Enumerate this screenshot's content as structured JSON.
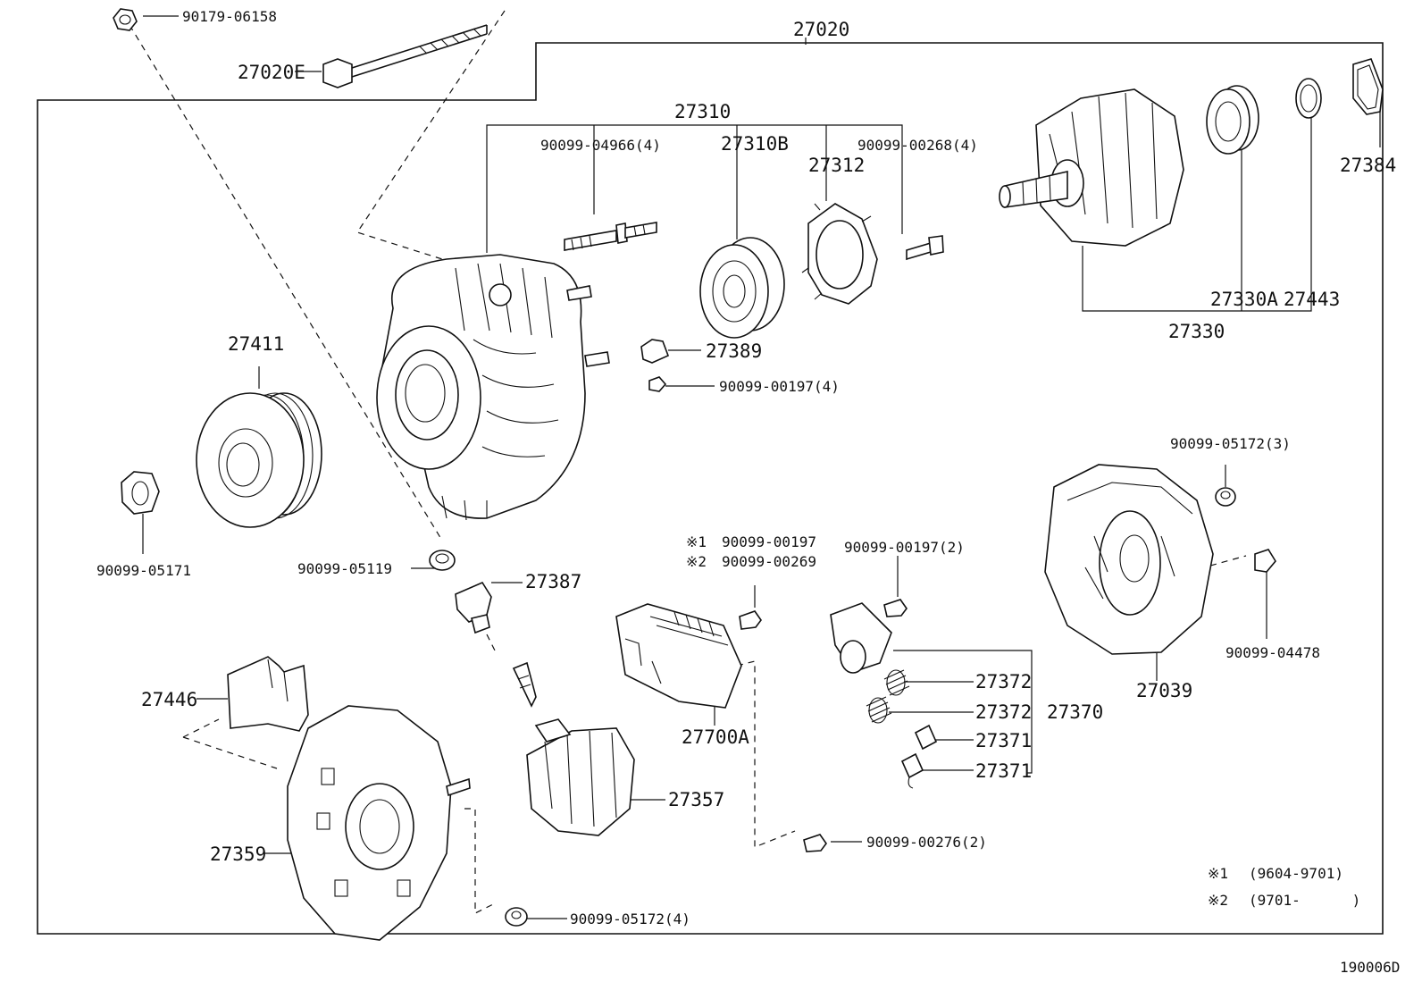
{
  "diagram": {
    "assembly": "27020",
    "labels": {
      "nut_top": "90179-06158",
      "through_bolt": "27020E",
      "frame_assy": "27310",
      "stud": "90099-04966(4)",
      "bearing_front": "27310B",
      "retainer": "27312",
      "screw_retainer": "90099-00268(4)",
      "rotor": "27330",
      "bearing_rear": "27330A",
      "ring": "27443",
      "cover_ring": "27384",
      "insulator": "27389",
      "screw_insulator": "90099-00197(4)",
      "pulley": "27411",
      "pulley_nut": "90099-05171",
      "nut_term": "90099-05119",
      "terminal_insulator": "27387",
      "cover_plate": "27446",
      "rect_holder": "27359",
      "rectifier": "27357",
      "regulator": "27700A",
      "reg_mark1": "※1",
      "reg_mark2": "※2",
      "reg_screw1": "90099-00197",
      "reg_screw2": "90099-00269",
      "brush_screw": "90099-00197(2)",
      "spring_a": "27372",
      "spring_b": "27372",
      "brush_holder": "27370",
      "brush_a": "27371",
      "brush_b": "27371",
      "nut_cover": "90099-05172(3)",
      "rear_cover": "27039",
      "bolt_cover": "90099-04478",
      "screw_bottom": "90099-00276(2)",
      "nut_bottom": "90099-05172(4)"
    },
    "notes": [
      {
        "mark": "※1",
        "range": "(9604-9701)"
      },
      {
        "mark": "※2",
        "range": "(9701-      )"
      }
    ],
    "figure_id": "190006D"
  }
}
